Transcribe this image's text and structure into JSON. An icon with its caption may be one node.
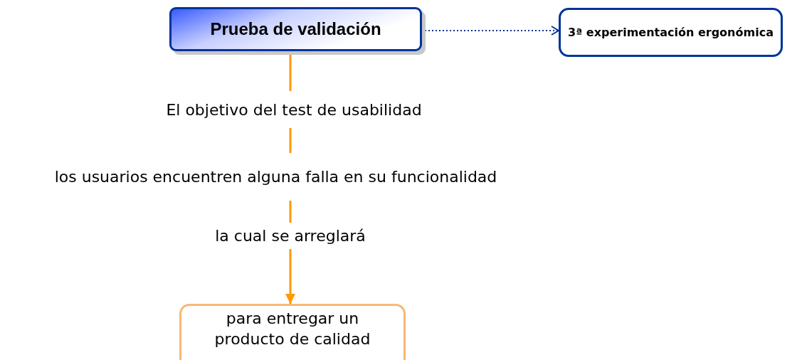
{
  "diagram": {
    "nodes": [
      {
        "text": [
          "Prueba de validación"
        ]
      },
      {
        "text": [
          "3ª experimentación ergonómica"
        ]
      },
      {
        "text": [
          "El objetivo del test de usabilidad"
        ]
      },
      {
        "text": [
          "los usuarios encuentren alguna falla en su funcionalidad"
        ]
      },
      {
        "text": [
          "la cual se arreglará"
        ]
      },
      {
        "text": [
          "para entregar un producto de calidad"
        ]
      }
    ],
    "edges": [
      {
        "from": 0,
        "to": 1,
        "arrow": "to",
        "style": "dashed",
        "color": "#003399"
      },
      {
        "from": 0,
        "to": 2,
        "arrow": "none"
      },
      {
        "from": 2,
        "to": 3,
        "arrow": "none"
      },
      {
        "from": 3,
        "to": 4,
        "arrow": "none"
      },
      {
        "from": 4,
        "to": 5,
        "arrow": "to"
      }
    ]
  }
}
